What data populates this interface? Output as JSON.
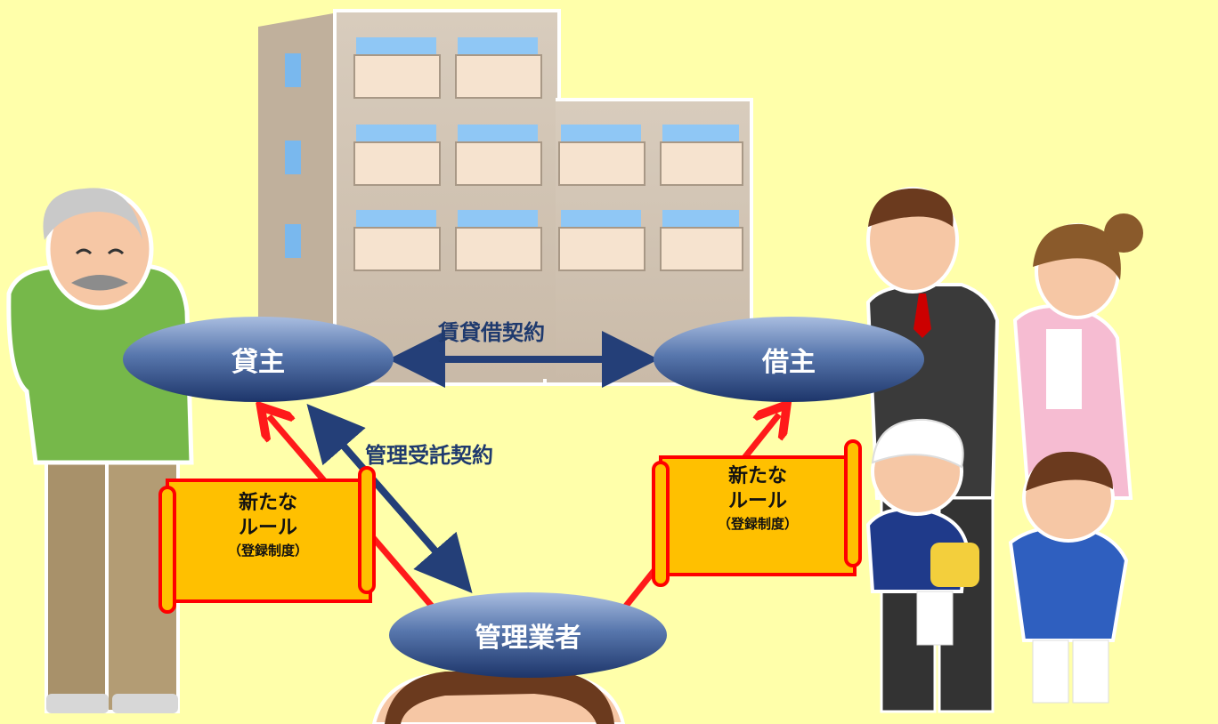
{
  "nodes": {
    "lender": "貸主",
    "borrower": "借主",
    "manager": "管理業者"
  },
  "edges": {
    "lease_contract": "賃貸借契約",
    "management_contract": "管理受託契約"
  },
  "rule_scroll": {
    "line1": "新たな",
    "line2": "ルール",
    "line3": "（登録制度）"
  },
  "colors": {
    "background": "#ffffaa",
    "ellipse_top": "#9fb3d8",
    "ellipse_bottom": "#1f3a6e",
    "contract_arrow": "#243f78",
    "rule_arrow": "#ff1a1a",
    "scroll_fill": "#ffc000",
    "scroll_border": "#ff0000"
  }
}
